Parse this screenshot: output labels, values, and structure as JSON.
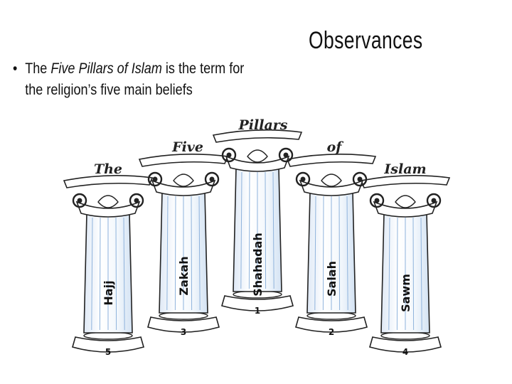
{
  "slide": {
    "title": "Observances",
    "bullet": {
      "prefix": "The ",
      "emphasis": "Five Pillars of Islam",
      "suffix": " is the term for the religion’s five main beliefs"
    }
  },
  "illustration": {
    "banner_words": [
      "The",
      "Five",
      "Pillars",
      "of",
      "Islam"
    ],
    "pillars": [
      {
        "name": "Hajj",
        "number": "5"
      },
      {
        "name": "Zakah",
        "number": "3"
      },
      {
        "name": "Shahadah",
        "number": "1"
      },
      {
        "name": "Salah",
        "number": "2"
      },
      {
        "name": "Sawm",
        "number": "4"
      }
    ]
  },
  "colors": {
    "ink": "#222222",
    "pillar_fill": "#ffffff",
    "flute_blue": "#8fb3dc",
    "shade_blue": "#dfe9f6"
  }
}
